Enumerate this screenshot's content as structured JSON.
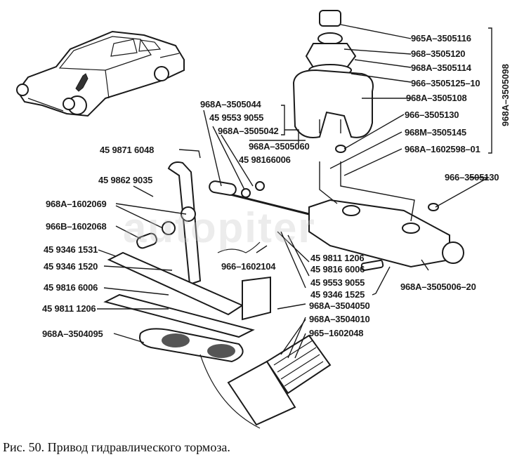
{
  "figure": {
    "caption": "Рис. 50. Привод гидравлического тормоза.",
    "watermark": "autopiter"
  },
  "labels": {
    "reservoir_cap": "965A–3505116",
    "filter_cup": "968–3505120",
    "reservoir_nut": "968A–3505114",
    "reservoir_gasket": "966–3505125–10",
    "reservoir_body": "968A–3505108",
    "reservoir_seal_top": "966–3505130",
    "brake_pipe_m": "968M–3505145",
    "brake_pipe_a": "968A–1602598–01",
    "reservoir_assembly": "968A–3505098",
    "pushrod_fork": "968A–3505044",
    "washer_top": "45 9553 9055",
    "pushrod": "968A–3505042",
    "pushrod_assembly": "968A–3505060",
    "nut_top": "45 98166006",
    "cotter_pin": "45 9871 6048",
    "pivot_bolt": "45 9862 9035",
    "bushing": "968A–1602069",
    "sleeve": "966B–1602068",
    "stop_bolt": "45 9346 1531",
    "bolt_lower": "45 9346 1520",
    "nut_lower": "45 9816 6006",
    "washer_lower": "45 9811 1206",
    "pedal_pad_left": "968A–3504095",
    "return_spring": "966–1602104",
    "washer_right": "45 9811 1206",
    "nut_right": "45 9816 6006",
    "lock_washer_right": "45 9553 9055",
    "bolt_right": "45 9346 1525",
    "master_cylinder": "968A–3505006–20",
    "seal_right": "966–3505130",
    "bracket": "968A–3504050",
    "brake_pedal": "968A–3504010",
    "pedal_pad": "965–1602048"
  }
}
